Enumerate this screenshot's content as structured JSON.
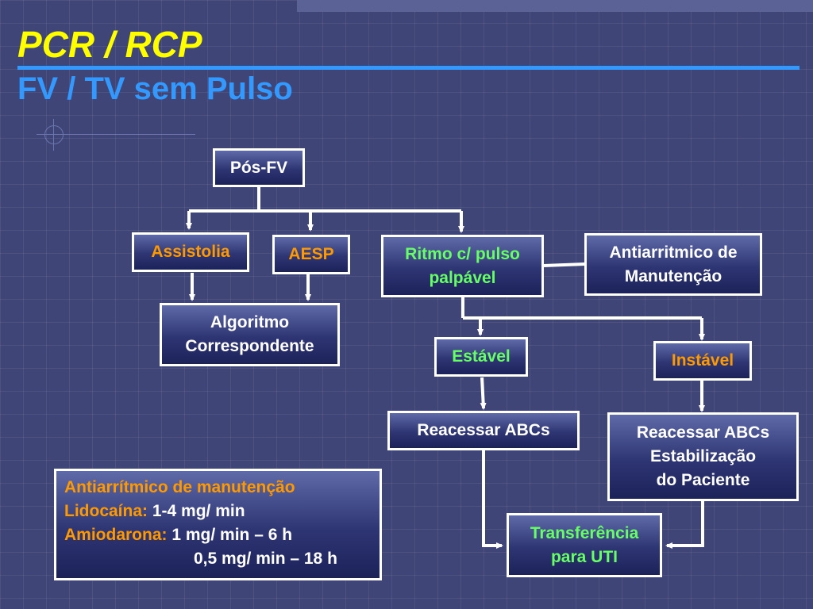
{
  "title": "PCR / RCP",
  "subtitle": "FV / TV sem Pulso",
  "colors": {
    "background": "#3f4577",
    "title": "#ffff00",
    "subtitle": "#3399ff",
    "accent_orange": "#ff9900",
    "accent_green": "#66ff66",
    "box_border": "#ffffff"
  },
  "nodes": {
    "pos_fv": "Pós-FV",
    "assistolia": "Assistolia",
    "aesp": "AESP",
    "ritmo_line1": "Ritmo c/ pulso",
    "ritmo_line2": "palpável",
    "antiarritmico_line1": "Antiarritmico de",
    "antiarritmico_line2": "Manutenção",
    "algoritmo_line1": "Algoritmo",
    "algoritmo_line2": "Correspondente",
    "estavel": "Estável",
    "instavel": "Instável",
    "reacessar_left": "Reacessar  ABCs",
    "reacessar_right_line1": "Reacessar  ABCs",
    "reacessar_right_line2": "Estabilização",
    "reacessar_right_line3": "do Paciente",
    "transferencia_line1": "Transferência",
    "transferencia_line2": "para UTI"
  },
  "info_box": {
    "heading": "Antiarrítmico de manutenção",
    "lido_label": "Lidocaína:",
    "lido_value": " 1-4 mg/ min",
    "amio_label": "Amiodarona:",
    "amio_value1": " 1 mg/ min – 6 h",
    "amio_value2": "0,5 mg/ min – 18 h"
  }
}
